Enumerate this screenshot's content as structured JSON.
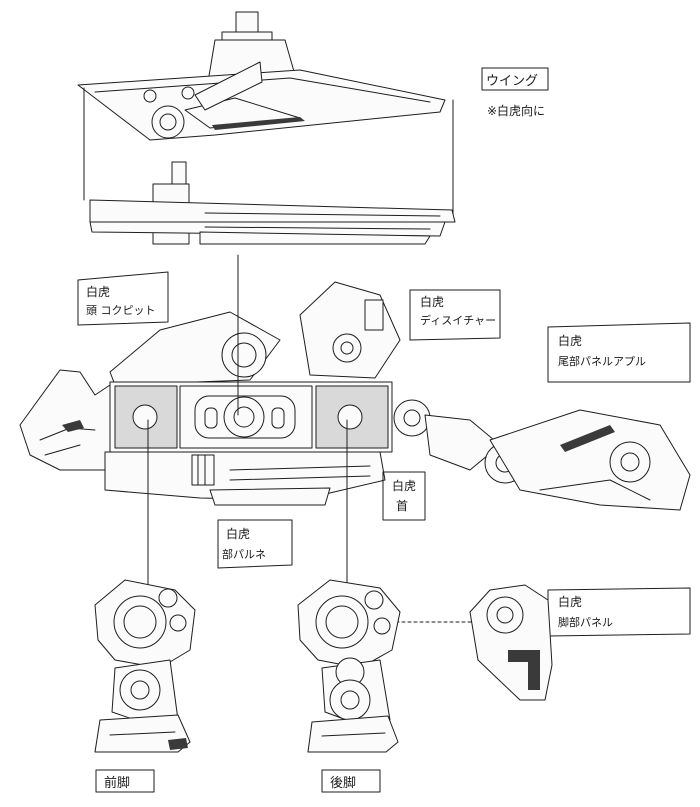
{
  "labels": {
    "wing_title": "ウイング",
    "wing_note": "※白虎向に",
    "cockpit_head": "白虎",
    "cockpit_sub": "頭 コクピット",
    "thruster_head": "白虎",
    "thruster_sub": "ディスイチャー",
    "tail_head": "白虎",
    "tail_sub": "尾部パネルアプル",
    "neck_head": "白虎",
    "neck_sub": "首",
    "belly_head": "白虎",
    "belly_sub": "部パルネ",
    "rear_panel_head": "白虎",
    "rear_panel_sub": "脚部パネル",
    "front_leg": "前脚",
    "rear_leg": "後脚"
  },
  "colors": {
    "ink": "#1e1e1e",
    "paper": "#ffffff",
    "shade": "#d9d9d9"
  }
}
